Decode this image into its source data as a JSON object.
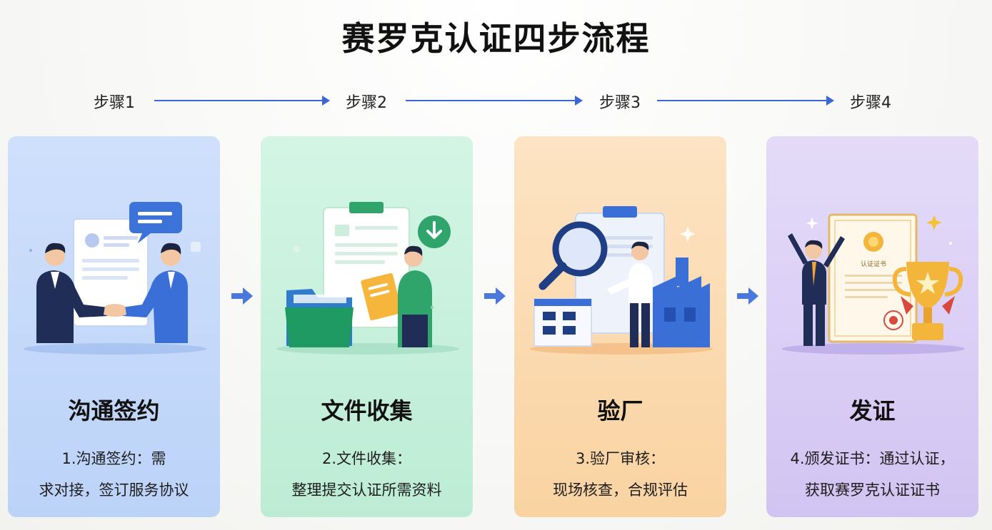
{
  "title": "赛罗克认证四步流程",
  "steps": [
    {
      "label": "步骤1"
    },
    {
      "label": "步骤2"
    },
    {
      "label": "步骤3"
    },
    {
      "label": "步骤4"
    }
  ],
  "cards": [
    {
      "title": "沟通签约",
      "desc_line1": "1.沟通签约：需",
      "desc_line2": "求对接，签订服务协议",
      "color": "#c3d8fa"
    },
    {
      "title": "文件收集",
      "desc_line1": "2.文件收集：",
      "desc_line2": "整理提交认证所需资料",
      "color": "#c5f0db"
    },
    {
      "title": "验厂",
      "desc_line1": "3.验厂审核：",
      "desc_line2": "现场核查，合规评估",
      "color": "#fbd9ae"
    },
    {
      "title": "发证",
      "desc_line1": "4.颁发证书：通过认证，",
      "desc_line2": "获取赛罗克认证证书",
      "color": "#d9cdf5"
    }
  ],
  "certificate_heading": "认证证书",
  "colors": {
    "accent": "#3a66d6"
  },
  "icons": {
    "card1": [
      "handshake-icon",
      "speech-bubble-icon",
      "document-icon"
    ],
    "card2": [
      "folder-icon",
      "clipboard-icon",
      "download-icon"
    ],
    "card3": [
      "magnifier-icon",
      "factory-icon",
      "building-icon",
      "clipboard-icon"
    ],
    "card4": [
      "certificate-icon",
      "trophy-icon",
      "sparkle-icon"
    ]
  }
}
